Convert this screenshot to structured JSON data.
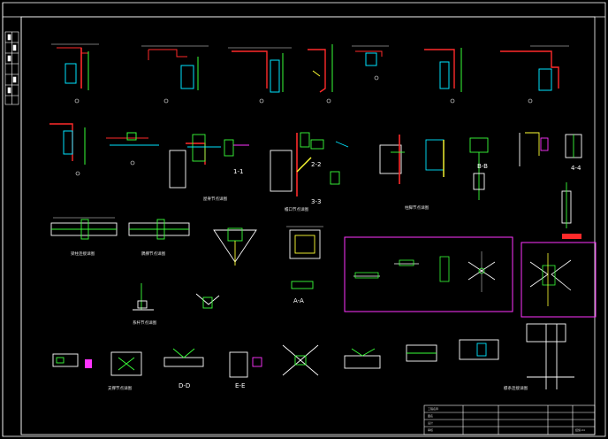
{
  "drawing": {
    "section_labels": {
      "d1": "1-1",
      "d2": "2-2",
      "d3": "3-3",
      "d4": "B-B",
      "d5": "4-4",
      "d6": "A-A",
      "d7": "D-D",
      "d8": "E-E"
    },
    "captions": {
      "c1": "屋脊节点详图",
      "c2": "檐口节点详图",
      "c3": "柱脚节点详图",
      "c4": "梁柱连接详图",
      "c5": "隅撑节点详图",
      "c6": "系杆节点详图",
      "c7": "支撑节点详图",
      "c8": "檩条连接详图"
    },
    "title_block": {
      "row1": "工程名称",
      "row2": "图名",
      "row3": "设计",
      "row4": "审核",
      "sheet": "结施-04"
    }
  },
  "colors": {
    "background": "#000000",
    "frame": "#ffffff",
    "red": "#ff2a2a",
    "green": "#39ff39",
    "cyan": "#00e5ff",
    "magenta": "#ff33ff",
    "yellow": "#ffff33",
    "white": "#e8e8e8"
  }
}
